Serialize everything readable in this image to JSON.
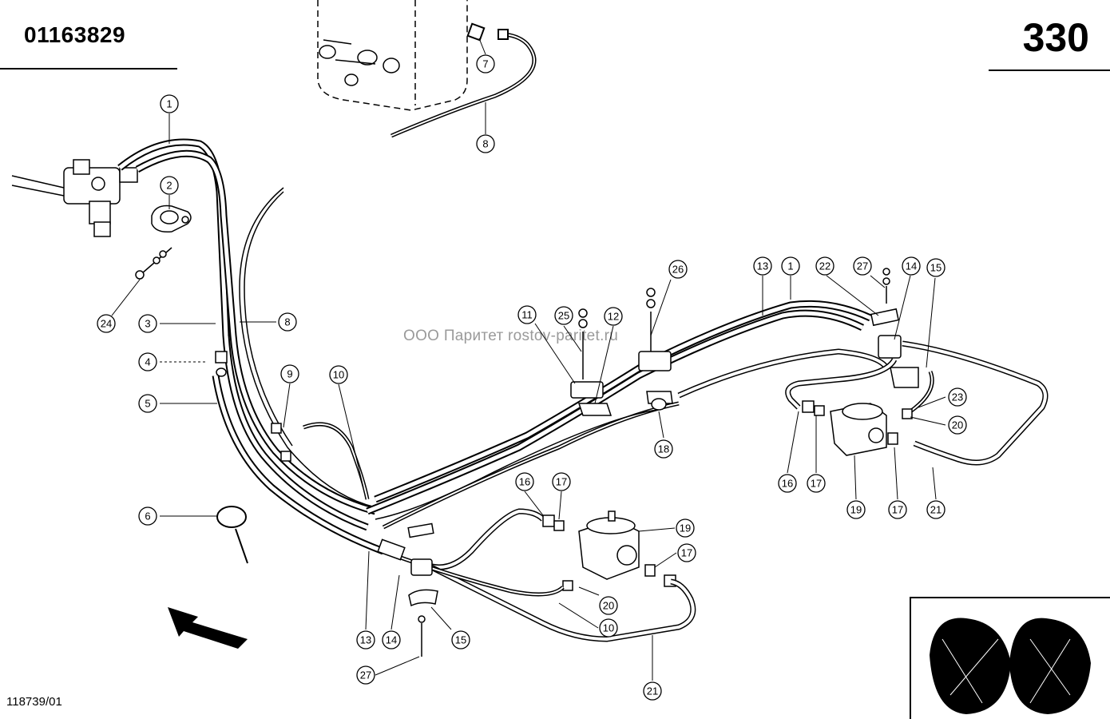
{
  "header": {
    "part_number": "01163829",
    "page_number": "330"
  },
  "footer": {
    "drawing_id": "118739/01"
  },
  "watermark": "ООО Паритет    rostov-paritet.ru",
  "callouts": [
    {
      "id": "c1a",
      "label": "1"
    },
    {
      "id": "c2",
      "label": "2"
    },
    {
      "id": "c24",
      "label": "24"
    },
    {
      "id": "c3",
      "label": "3"
    },
    {
      "id": "c4",
      "label": "4"
    },
    {
      "id": "c5",
      "label": "5"
    },
    {
      "id": "c6",
      "label": "6"
    },
    {
      "id": "c7",
      "label": "7"
    },
    {
      "id": "c8a",
      "label": "8"
    },
    {
      "id": "c8b",
      "label": "8"
    },
    {
      "id": "c9",
      "label": "9"
    },
    {
      "id": "c10a",
      "label": "10"
    },
    {
      "id": "c11",
      "label": "11"
    },
    {
      "id": "c25",
      "label": "25"
    },
    {
      "id": "c12",
      "label": "12"
    },
    {
      "id": "c26",
      "label": "26"
    },
    {
      "id": "c18",
      "label": "18"
    },
    {
      "id": "c13a",
      "label": "13"
    },
    {
      "id": "c1b",
      "label": "1"
    },
    {
      "id": "c22",
      "label": "22"
    },
    {
      "id": "c27a",
      "label": "27"
    },
    {
      "id": "c14a",
      "label": "14"
    },
    {
      "id": "c15a",
      "label": "15"
    },
    {
      "id": "c23",
      "label": "23"
    },
    {
      "id": "c20a",
      "label": "20"
    },
    {
      "id": "c16a",
      "label": "16"
    },
    {
      "id": "c17a",
      "label": "17"
    },
    {
      "id": "c19a",
      "label": "19"
    },
    {
      "id": "c17b",
      "label": "17"
    },
    {
      "id": "c21a",
      "label": "21"
    },
    {
      "id": "c16b",
      "label": "16"
    },
    {
      "id": "c17c",
      "label": "17"
    },
    {
      "id": "c19b",
      "label": "19"
    },
    {
      "id": "c17d",
      "label": "17"
    },
    {
      "id": "c20b",
      "label": "20"
    },
    {
      "id": "c10b",
      "label": "10"
    },
    {
      "id": "c21b",
      "label": "21"
    },
    {
      "id": "c13b",
      "label": "13"
    },
    {
      "id": "c14b",
      "label": "14"
    },
    {
      "id": "c15b",
      "label": "15"
    },
    {
      "id": "c27b",
      "label": "27"
    }
  ]
}
